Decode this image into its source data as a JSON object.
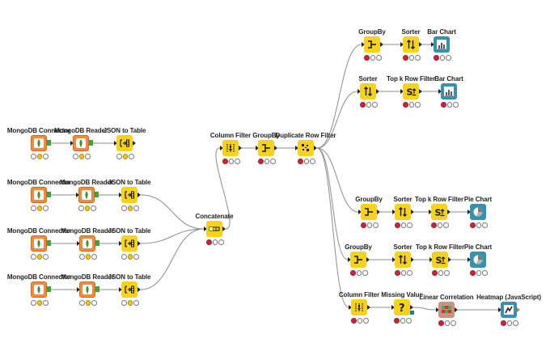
{
  "nodes": [
    {
      "id": "mc1",
      "label": "MongoDB Connector",
      "type": "mongo-connector",
      "status": "yellow"
    },
    {
      "id": "mr1",
      "label": "MongoDB Reader",
      "type": "mongo-reader",
      "status": "yellow"
    },
    {
      "id": "jt1",
      "label": "JSON to Table",
      "type": "json-to-table",
      "status": "yellow"
    },
    {
      "id": "mc2",
      "label": "MongoDB Connector",
      "type": "mongo-connector",
      "status": "yellow"
    },
    {
      "id": "mr2",
      "label": "MongoDB Reader",
      "type": "mongo-reader",
      "status": "yellow"
    },
    {
      "id": "jt2",
      "label": "JSON to Table",
      "type": "json-to-table",
      "status": "yellow"
    },
    {
      "id": "mc3",
      "label": "MongoDB Connector",
      "type": "mongo-connector",
      "status": "yellow"
    },
    {
      "id": "mr3",
      "label": "MongoDB Reader",
      "type": "mongo-reader",
      "status": "yellow"
    },
    {
      "id": "jt3",
      "label": "JSON to Table",
      "type": "json-to-table",
      "status": "yellow"
    },
    {
      "id": "mc4",
      "label": "MongoDB Connector",
      "type": "mongo-connector",
      "status": "yellow"
    },
    {
      "id": "mr4",
      "label": "MongoDB Reader",
      "type": "mongo-reader",
      "status": "yellow"
    },
    {
      "id": "jt4",
      "label": "JSON to Table",
      "type": "json-to-table",
      "status": "yellow"
    },
    {
      "id": "cat",
      "label": "Concatenate",
      "type": "concatenate",
      "status": "red"
    },
    {
      "id": "cf1",
      "label": "Column Filter",
      "type": "column-filter",
      "status": "red"
    },
    {
      "id": "gb1",
      "label": "GroupBy",
      "type": "groupby",
      "status": "red"
    },
    {
      "id": "drf",
      "label": "Duplicate Row Filter",
      "type": "duplicate-row-filter",
      "status": "red"
    },
    {
      "id": "gb2",
      "label": "GroupBy",
      "type": "groupby",
      "status": "red"
    },
    {
      "id": "so1",
      "label": "Sorter",
      "type": "sorter",
      "status": "red"
    },
    {
      "id": "bc1",
      "label": "Bar Chart",
      "type": "bar-chart",
      "status": "red"
    },
    {
      "id": "so2",
      "label": "Sorter",
      "type": "sorter",
      "status": "red"
    },
    {
      "id": "tk1",
      "label": "Top k Row Filter",
      "type": "topk",
      "status": "red"
    },
    {
      "id": "bc2",
      "label": "Bar Chart",
      "type": "bar-chart",
      "status": "red"
    },
    {
      "id": "gb3",
      "label": "GroupBy",
      "type": "groupby",
      "status": "red"
    },
    {
      "id": "so3",
      "label": "Sorter",
      "type": "sorter",
      "status": "red"
    },
    {
      "id": "tk2",
      "label": "Top k Row Filter",
      "type": "topk",
      "status": "red"
    },
    {
      "id": "pc1",
      "label": "Pie Chart",
      "type": "pie-chart",
      "status": "red"
    },
    {
      "id": "gb4",
      "label": "GroupBy",
      "type": "groupby",
      "status": "red"
    },
    {
      "id": "so4",
      "label": "Sorter",
      "type": "sorter",
      "status": "red"
    },
    {
      "id": "tk3",
      "label": "Top k Row Filter",
      "type": "topk",
      "status": "red"
    },
    {
      "id": "pc2",
      "label": "Pie Chart",
      "type": "pie-chart",
      "status": "red"
    },
    {
      "id": "cf2",
      "label": "Column Filter",
      "type": "column-filter",
      "status": "red"
    },
    {
      "id": "mv",
      "label": "Missing Value",
      "type": "missing-value",
      "status": "red"
    },
    {
      "id": "lc",
      "label": "Linear Correlation",
      "type": "linear-correlation",
      "status": "red"
    },
    {
      "id": "hm",
      "label": "Heatmap (JavaScript)",
      "type": "heatmap",
      "status": "red"
    }
  ],
  "edges": [
    [
      "mc1",
      "mr1"
    ],
    [
      "mr1",
      "jt1"
    ],
    [
      "mc2",
      "mr2"
    ],
    [
      "mr2",
      "jt2"
    ],
    [
      "mc3",
      "mr3"
    ],
    [
      "mr3",
      "jt3"
    ],
    [
      "mc4",
      "mr4"
    ],
    [
      "mr4",
      "jt4"
    ],
    [
      "jt2",
      "cat"
    ],
    [
      "jt3",
      "cat"
    ],
    [
      "jt4",
      "cat"
    ],
    [
      "cat",
      "cf1"
    ],
    [
      "cf1",
      "gb1"
    ],
    [
      "gb1",
      "drf"
    ],
    [
      "drf",
      "gb2"
    ],
    [
      "gb2",
      "so1"
    ],
    [
      "so1",
      "bc1"
    ],
    [
      "drf",
      "so2"
    ],
    [
      "so2",
      "tk1"
    ],
    [
      "tk1",
      "bc2"
    ],
    [
      "drf",
      "gb3"
    ],
    [
      "gb3",
      "so3"
    ],
    [
      "so3",
      "tk2"
    ],
    [
      "tk2",
      "pc1"
    ],
    [
      "drf",
      "gb4"
    ],
    [
      "gb4",
      "so4"
    ],
    [
      "so4",
      "tk3"
    ],
    [
      "tk3",
      "pc2"
    ],
    [
      "drf",
      "cf2"
    ],
    [
      "cf2",
      "mv"
    ],
    [
      "mv",
      "lc"
    ],
    [
      "lc",
      "hm"
    ]
  ],
  "colors": {
    "manipulator": "#f7d21b",
    "source": "#f08a3c",
    "visualizer": "#3492b0",
    "other": "#c69485",
    "wire": "#8c8c8c",
    "status_red": "#d0213b",
    "status_yellow": "#f3c21c"
  }
}
